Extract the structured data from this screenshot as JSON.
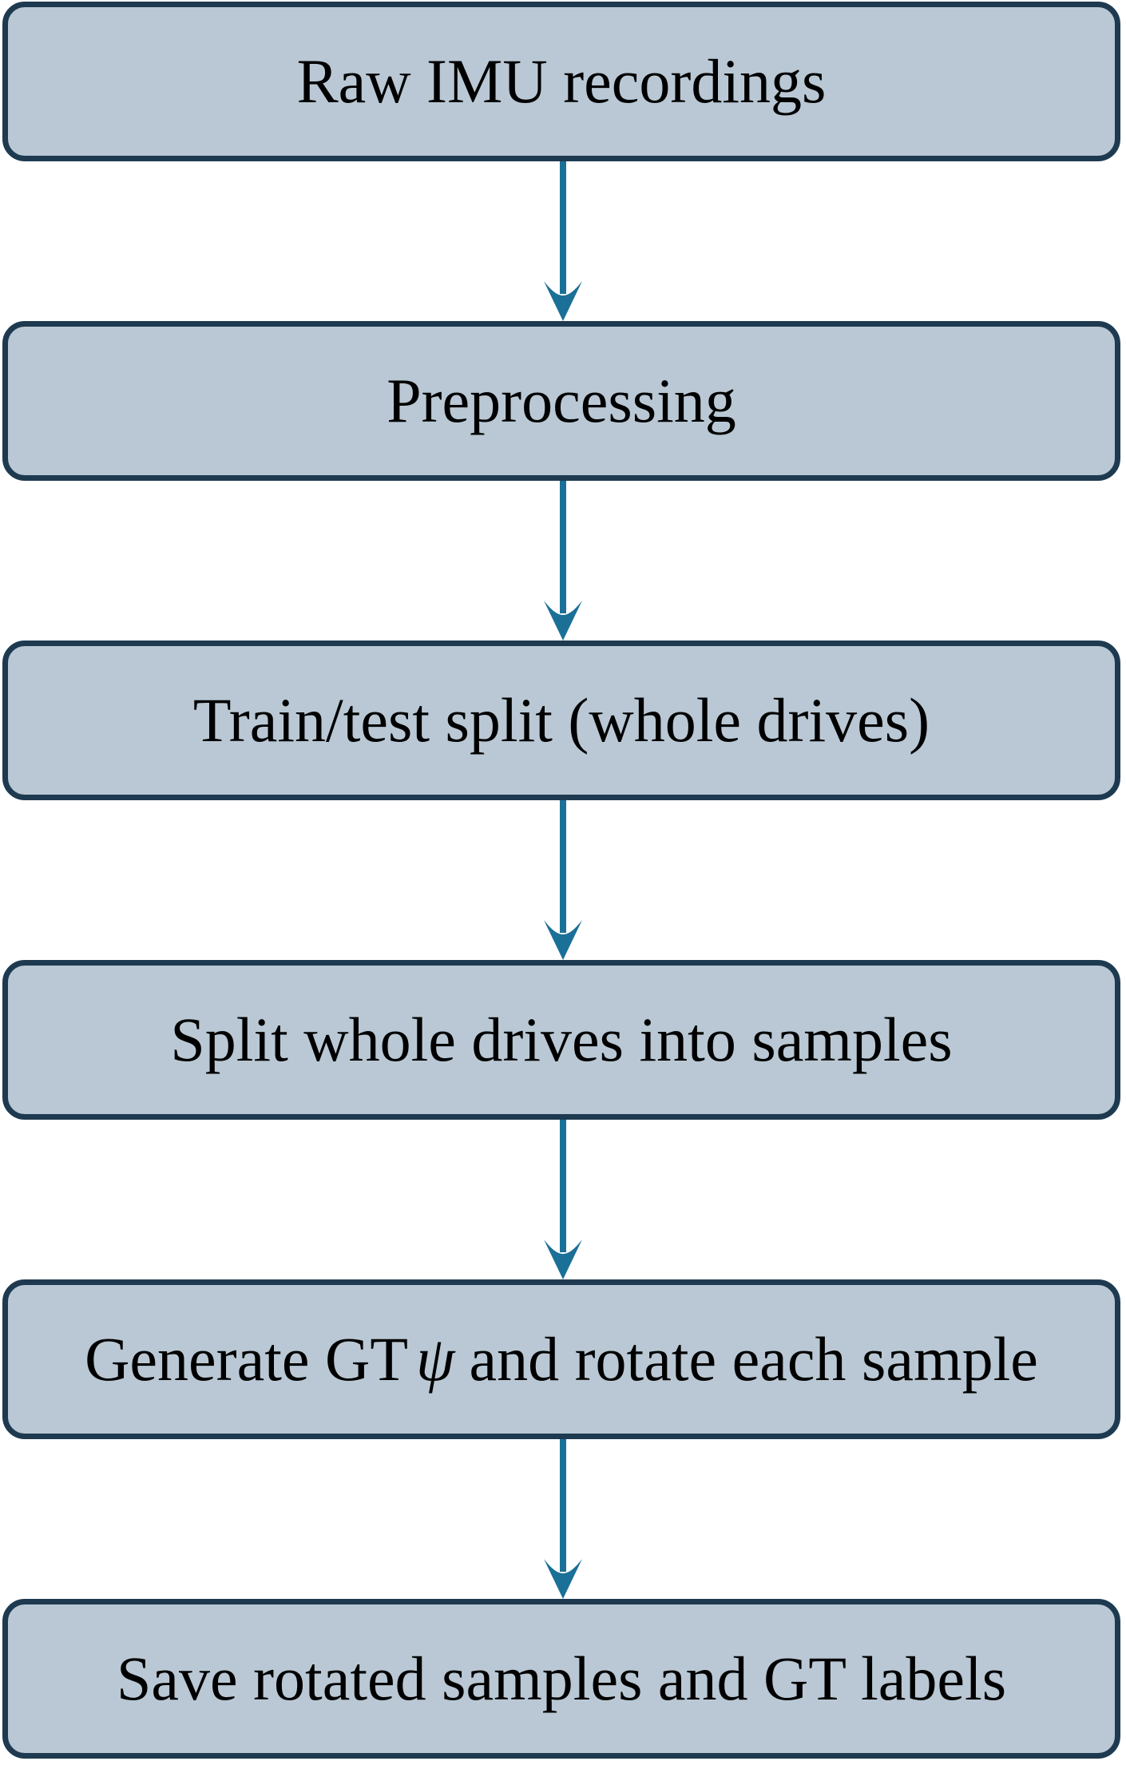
{
  "flowchart": {
    "description": "Vertical data-pipeline flowchart with six stages connected by downward arrows",
    "nodes": [
      {
        "label": "Raw IMU recordings"
      },
      {
        "label": "Preprocessing"
      },
      {
        "label": "Train/test split (whole drives)"
      },
      {
        "label": "Split whole drives into samples"
      },
      {
        "label_pre": "Generate GT",
        "label_psi": "ψ",
        "label_post": "and rotate each sample"
      },
      {
        "label": "Save rotated samples and GT labels"
      }
    ],
    "connectors": [
      {
        "from": 0,
        "to": 1,
        "direction": "down"
      },
      {
        "from": 1,
        "to": 2,
        "direction": "down"
      },
      {
        "from": 2,
        "to": 3,
        "direction": "down"
      },
      {
        "from": 3,
        "to": 4,
        "direction": "down"
      },
      {
        "from": 4,
        "to": 5,
        "direction": "down"
      }
    ],
    "colors": {
      "node_fill": "#b9c8d4",
      "node_border": "#1e3a50",
      "arrow": "#1b7098",
      "text": "#000000",
      "page_bg": "#ffffff"
    }
  }
}
